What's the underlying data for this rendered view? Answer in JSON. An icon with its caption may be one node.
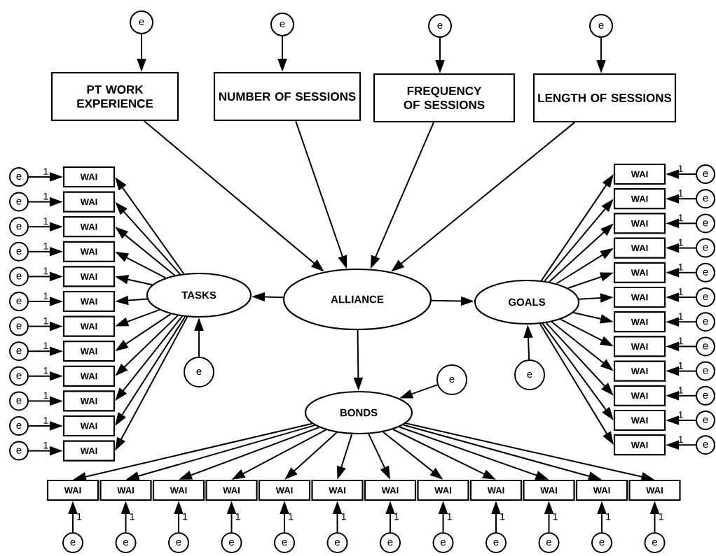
{
  "diagram": {
    "nodes": [
      {
        "text": [
          "e"
        ]
      },
      {
        "text": [
          "e"
        ]
      },
      {
        "text": [
          "e"
        ]
      },
      {
        "text": [
          "e"
        ]
      },
      {
        "text": [
          "PT WORK EXPERIENCE"
        ]
      },
      {
        "text": [
          "NUMBER OF SESSIONS"
        ]
      },
      {
        "text": [
          "FREQUENCY OF SESSIONS"
        ]
      },
      {
        "text": [
          "LENGTH OF SESSIONS"
        ]
      },
      {
        "text": [
          "TASKS"
        ]
      },
      {
        "text": [
          "ALLIANCE"
        ]
      },
      {
        "text": [
          "GOALS"
        ]
      },
      {
        "text": [
          "e"
        ]
      },
      {
        "text": [
          "e"
        ]
      },
      {
        "text": [
          "e"
        ]
      },
      {
        "text": [
          "BONDS"
        ]
      },
      {
        "text": [
          "e"
        ]
      },
      {
        "text": [
          "e"
        ]
      },
      {
        "text": [
          "e"
        ]
      },
      {
        "text": [
          "e"
        ]
      },
      {
        "text": [
          "e"
        ]
      },
      {
        "text": [
          "e"
        ]
      },
      {
        "text": [
          "e"
        ]
      },
      {
        "text": [
          "e"
        ]
      },
      {
        "text": [
          "e"
        ]
      },
      {
        "text": [
          "e"
        ]
      },
      {
        "text": [
          "e"
        ]
      },
      {
        "text": [
          "e"
        ]
      },
      {
        "text": [
          "WAI"
        ]
      },
      {
        "text": [
          "WAI"
        ]
      },
      {
        "text": [
          "WAI"
        ]
      },
      {
        "text": [
          "WAI"
        ]
      },
      {
        "text": [
          "WAI"
        ]
      },
      {
        "text": [
          "WAI"
        ]
      },
      {
        "text": [
          "WAI"
        ]
      },
      {
        "text": [
          "WAI"
        ]
      },
      {
        "text": [
          "WAI"
        ]
      },
      {
        "text": [
          "WAI"
        ]
      },
      {
        "text": [
          "WAI"
        ]
      },
      {
        "text": [
          "WAI"
        ]
      },
      {
        "text": [
          "WAI"
        ]
      },
      {
        "text": [
          "WAI"
        ]
      },
      {
        "text": [
          "WAI"
        ]
      },
      {
        "text": [
          "WAI"
        ]
      },
      {
        "text": [
          "WAI"
        ]
      },
      {
        "text": [
          "WAI"
        ]
      },
      {
        "text": [
          "WAI"
        ]
      },
      {
        "text": [
          "WAI"
        ]
      },
      {
        "text": [
          "WAI"
        ]
      },
      {
        "text": [
          "WAI"
        ]
      },
      {
        "text": [
          "WAI"
        ]
      },
      {
        "text": [
          "WAI"
        ]
      },
      {
        "text": [
          "e"
        ]
      },
      {
        "text": [
          "e"
        ]
      },
      {
        "text": [
          "e"
        ]
      },
      {
        "text": [
          "e"
        ]
      },
      {
        "text": [
          "e"
        ]
      },
      {
        "text": [
          "e"
        ]
      },
      {
        "text": [
          "e"
        ]
      },
      {
        "text": [
          "e"
        ]
      },
      {
        "text": [
          "e"
        ]
      },
      {
        "text": [
          "e"
        ]
      },
      {
        "text": [
          "e"
        ]
      },
      {
        "text": [
          "e"
        ]
      },
      {
        "text": [
          "WAI"
        ]
      },
      {
        "text": [
          "WAI"
        ]
      },
      {
        "text": [
          "WAI"
        ]
      },
      {
        "text": [
          "WAI"
        ]
      },
      {
        "text": [
          "WAI"
        ]
      },
      {
        "text": [
          "WAI"
        ]
      },
      {
        "text": [
          "WAI"
        ]
      },
      {
        "text": [
          "WAI"
        ]
      },
      {
        "text": [
          "WAI"
        ]
      },
      {
        "text": [
          "WAI"
        ]
      },
      {
        "text": [
          "WAI"
        ]
      },
      {
        "text": [
          "WAI"
        ]
      },
      {
        "text": [
          "e"
        ]
      },
      {
        "text": [
          "e"
        ]
      },
      {
        "text": [
          "e"
        ]
      },
      {
        "text": [
          "e"
        ]
      },
      {
        "text": [
          "e"
        ]
      },
      {
        "text": [
          "e"
        ]
      },
      {
        "text": [
          "e"
        ]
      },
      {
        "text": [
          "e"
        ]
      },
      {
        "text": [
          "e"
        ]
      },
      {
        "text": [
          "e"
        ]
      },
      {
        "text": [
          "e"
        ]
      },
      {
        "text": [
          "e"
        ]
      }
    ],
    "edges": [
      {
        "from": 0,
        "to": 4,
        "arrow": "to"
      },
      {
        "from": 1,
        "to": 5,
        "arrow": "to"
      },
      {
        "from": 2,
        "to": 6,
        "arrow": "to"
      },
      {
        "from": 3,
        "to": 7,
        "arrow": "to"
      },
      {
        "from": 4,
        "to": 9,
        "arrow": "to"
      },
      {
        "from": 5,
        "to": 9,
        "arrow": "to"
      },
      {
        "from": 6,
        "to": 9,
        "arrow": "to"
      },
      {
        "from": 7,
        "to": 9,
        "arrow": "to"
      },
      {
        "from": 9,
        "to": 8,
        "arrow": "to"
      },
      {
        "from": 9,
        "to": 10,
        "arrow": "to"
      },
      {
        "from": 9,
        "to": 14,
        "arrow": "to"
      },
      {
        "from": 11,
        "to": 8,
        "arrow": "to"
      },
      {
        "from": 12,
        "to": 10,
        "arrow": "to"
      },
      {
        "from": 13,
        "to": 14,
        "arrow": "to"
      },
      {
        "from": 8,
        "to": 27,
        "arrow": "to"
      },
      {
        "from": 8,
        "to": 28,
        "arrow": "to"
      },
      {
        "from": 8,
        "to": 29,
        "arrow": "to"
      },
      {
        "from": 8,
        "to": 30,
        "arrow": "to"
      },
      {
        "from": 8,
        "to": 31,
        "arrow": "to"
      },
      {
        "from": 8,
        "to": 32,
        "arrow": "to"
      },
      {
        "from": 8,
        "to": 33,
        "arrow": "to"
      },
      {
        "from": 8,
        "to": 34,
        "arrow": "to"
      },
      {
        "from": 8,
        "to": 35,
        "arrow": "to"
      },
      {
        "from": 8,
        "to": 36,
        "arrow": "to"
      },
      {
        "from": 8,
        "to": 37,
        "arrow": "to"
      },
      {
        "from": 8,
        "to": 38,
        "arrow": "to"
      },
      {
        "from": 15,
        "to": 27,
        "arrow": "to",
        "label": "1"
      },
      {
        "from": 16,
        "to": 28,
        "arrow": "to",
        "label": "1"
      },
      {
        "from": 17,
        "to": 29,
        "arrow": "to",
        "label": "1"
      },
      {
        "from": 18,
        "to": 30,
        "arrow": "to",
        "label": "1"
      },
      {
        "from": 19,
        "to": 31,
        "arrow": "to",
        "label": "1"
      },
      {
        "from": 20,
        "to": 32,
        "arrow": "to",
        "label": "1"
      },
      {
        "from": 21,
        "to": 33,
        "arrow": "to",
        "label": "1"
      },
      {
        "from": 22,
        "to": 34,
        "arrow": "to",
        "label": "1"
      },
      {
        "from": 23,
        "to": 35,
        "arrow": "to",
        "label": "1"
      },
      {
        "from": 24,
        "to": 36,
        "arrow": "to",
        "label": "1"
      },
      {
        "from": 25,
        "to": 37,
        "arrow": "to",
        "label": "1"
      },
      {
        "from": 26,
        "to": 38,
        "arrow": "to",
        "label": "1"
      },
      {
        "from": 10,
        "to": 39,
        "arrow": "to"
      },
      {
        "from": 10,
        "to": 40,
        "arrow": "to"
      },
      {
        "from": 10,
        "to": 41,
        "arrow": "to"
      },
      {
        "from": 10,
        "to": 42,
        "arrow": "to"
      },
      {
        "from": 10,
        "to": 43,
        "arrow": "to"
      },
      {
        "from": 10,
        "to": 44,
        "arrow": "to"
      },
      {
        "from": 10,
        "to": 45,
        "arrow": "to"
      },
      {
        "from": 10,
        "to": 46,
        "arrow": "to"
      },
      {
        "from": 10,
        "to": 47,
        "arrow": "to"
      },
      {
        "from": 10,
        "to": 48,
        "arrow": "to"
      },
      {
        "from": 10,
        "to": 49,
        "arrow": "to"
      },
      {
        "from": 10,
        "to": 50,
        "arrow": "to"
      },
      {
        "from": 51,
        "to": 39,
        "arrow": "to",
        "label": "1"
      },
      {
        "from": 52,
        "to": 40,
        "arrow": "to",
        "label": "1"
      },
      {
        "from": 53,
        "to": 41,
        "arrow": "to",
        "label": "1"
      },
      {
        "from": 54,
        "to": 42,
        "arrow": "to",
        "label": "1"
      },
      {
        "from": 55,
        "to": 43,
        "arrow": "to",
        "label": "1"
      },
      {
        "from": 56,
        "to": 44,
        "arrow": "to",
        "label": "1"
      },
      {
        "from": 57,
        "to": 45,
        "arrow": "to",
        "label": "1"
      },
      {
        "from": 58,
        "to": 46,
        "arrow": "to",
        "label": "1"
      },
      {
        "from": 59,
        "to": 47,
        "arrow": "to",
        "label": "1"
      },
      {
        "from": 60,
        "to": 48,
        "arrow": "to",
        "label": "1"
      },
      {
        "from": 61,
        "to": 49,
        "arrow": "to",
        "label": "1"
      },
      {
        "from": 62,
        "to": 50,
        "arrow": "to",
        "label": "1"
      },
      {
        "from": 14,
        "to": 63,
        "arrow": "to"
      },
      {
        "from": 14,
        "to": 64,
        "arrow": "to"
      },
      {
        "from": 14,
        "to": 65,
        "arrow": "to"
      },
      {
        "from": 14,
        "to": 66,
        "arrow": "to"
      },
      {
        "from": 14,
        "to": 67,
        "arrow": "to"
      },
      {
        "from": 14,
        "to": 68,
        "arrow": "to"
      },
      {
        "from": 14,
        "to": 69,
        "arrow": "to"
      },
      {
        "from": 14,
        "to": 70,
        "arrow": "to"
      },
      {
        "from": 14,
        "to": 71,
        "arrow": "to"
      },
      {
        "from": 14,
        "to": 72,
        "arrow": "to"
      },
      {
        "from": 14,
        "to": 73,
        "arrow": "to"
      },
      {
        "from": 14,
        "to": 74,
        "arrow": "to"
      },
      {
        "from": 75,
        "to": 63,
        "arrow": "to",
        "label": "1"
      },
      {
        "from": 76,
        "to": 64,
        "arrow": "to",
        "label": "1"
      },
      {
        "from": 77,
        "to": 65,
        "arrow": "to",
        "label": "1"
      },
      {
        "from": 78,
        "to": 66,
        "arrow": "to",
        "label": "1"
      },
      {
        "from": 79,
        "to": 67,
        "arrow": "to",
        "label": "1"
      },
      {
        "from": 80,
        "to": 68,
        "arrow": "to",
        "label": "1"
      },
      {
        "from": 81,
        "to": 69,
        "arrow": "to",
        "label": "1"
      },
      {
        "from": 82,
        "to": 70,
        "arrow": "to",
        "label": "1"
      },
      {
        "from": 83,
        "to": 71,
        "arrow": "to",
        "label": "1"
      },
      {
        "from": 84,
        "to": 72,
        "arrow": "to",
        "label": "1"
      },
      {
        "from": 85,
        "to": 73,
        "arrow": "to",
        "label": "1"
      },
      {
        "from": 86,
        "to": 74,
        "arrow": "to",
        "label": "1"
      }
    ]
  }
}
